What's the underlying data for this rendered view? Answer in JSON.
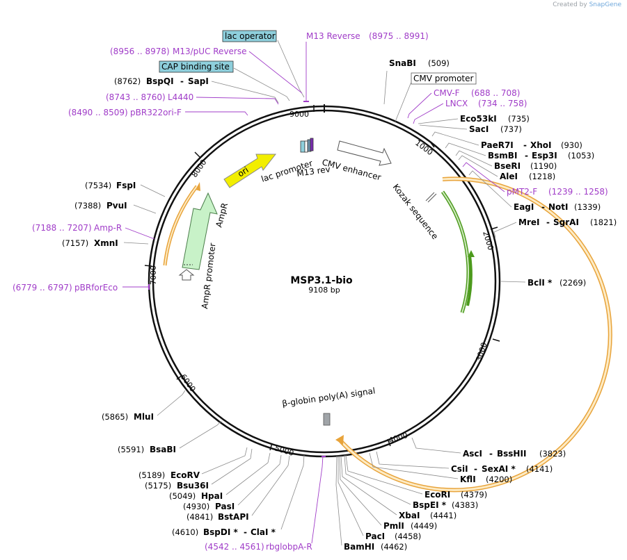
{
  "credit": {
    "prefix": "Created by",
    "brand": "SnapGene"
  },
  "plasmid": {
    "name": "MSP3.1-bio",
    "size": "9108 bp"
  },
  "ruler": [
    "9000",
    "1000",
    "2000",
    "3000",
    "4000",
    "5000",
    "6000",
    "7000",
    "8000"
  ],
  "enzymes": {
    "snabi": {
      "name": "SnaBI",
      "pos": "(509)"
    },
    "eco53ki": {
      "name": "Eco53kI",
      "pos": "(735)"
    },
    "saci": {
      "name": "SacI",
      "pos": "(737)"
    },
    "paer7i": {
      "name": "PaeR7I",
      "sep": "-",
      "name2": "XhoI",
      "pos": "(930)"
    },
    "bsmbi": {
      "name": "BsmBI",
      "sep": "-",
      "name2": "Esp3I",
      "pos": "(1053)"
    },
    "bseri": {
      "name": "BseRI",
      "pos": "(1190)"
    },
    "alei": {
      "name": "AleI",
      "pos": "(1218)"
    },
    "eagi": {
      "name": "EagI",
      "sep": "-",
      "name2": "NotI",
      "pos": "(1339)"
    },
    "mrei": {
      "name": "MreI",
      "sep": "-",
      "name2": "SgrAI",
      "pos": "(1821)"
    },
    "bcli": {
      "name": "BclI *",
      "pos": "(2269)"
    },
    "asci": {
      "name": "AscI",
      "sep": "-",
      "name2": "BssHII",
      "pos": "(3823)"
    },
    "csii": {
      "name": "CsiI",
      "sep": "-",
      "name2": "SexAI *",
      "pos": "(4141)"
    },
    "kfli": {
      "name": "KflI",
      "pos": "(4200)"
    },
    "ecori": {
      "name": "EcoRI",
      "pos": "(4379)"
    },
    "bspei": {
      "name": "BspEI *",
      "pos": "(4383)"
    },
    "xbai": {
      "name": "XbaI",
      "pos": "(4441)"
    },
    "pmli": {
      "name": "PmlI",
      "pos": "(4449)"
    },
    "paci": {
      "name": "PacI",
      "pos": "(4458)"
    },
    "bamhi": {
      "name": "BamHI",
      "pos": "(4462)"
    },
    "bspdi": {
      "pos": "(4610)",
      "name": "BspDI *",
      "sep": "-",
      "name2": "ClaI *"
    },
    "bstapi": {
      "pos": "(4841)",
      "name": "BstAPI"
    },
    "pasi": {
      "pos": "(4930)",
      "name": "PasI"
    },
    "hpai": {
      "pos": "(5049)",
      "name": "HpaI"
    },
    "bsu36i": {
      "pos": "(5175)",
      "name": "Bsu36I"
    },
    "ecorv": {
      "pos": "(5189)",
      "name": "EcoRV"
    },
    "bsabi": {
      "pos": "(5591)",
      "name": "BsaBI"
    },
    "mlui": {
      "pos": "(5865)",
      "name": "MluI"
    },
    "xmni": {
      "pos": "(7157)",
      "name": "XmnI"
    },
    "pvui": {
      "pos": "(7388)",
      "name": "PvuI"
    },
    "fspi": {
      "pos": "(7534)",
      "name": "FspI"
    },
    "bspqi": {
      "pos": "(8762)",
      "name": "BspQI",
      "sep": "-",
      "name2": "SapI"
    }
  },
  "primers": {
    "m13rev": {
      "name": "M13 Reverse",
      "range": "(8975 .. 8991)"
    },
    "m13puc": {
      "range": "(8956 .. 8978)",
      "name": "M13/pUC Reverse"
    },
    "l4440": {
      "range": "(8743 .. 8760)",
      "name": "L4440"
    },
    "pbr322": {
      "range": "(8490 .. 8509)",
      "name": "pBR322ori-F"
    },
    "cmvf": {
      "name": "CMV-F",
      "range": "(688 .. 708)"
    },
    "lncx": {
      "name": "LNCX",
      "range": "(734 .. 758)"
    },
    "pmt2f": {
      "name": "pMT2-F",
      "range": "(1239 .. 1258)"
    },
    "ampr": {
      "range": "(7188 .. 7207)",
      "name": "Amp-R"
    },
    "pbrfor": {
      "range": "(6779 .. 6797)",
      "name": "pBRforEco"
    },
    "rbglob": {
      "range": "(4542 .. 4561)",
      "name": "rbglobpA-R"
    }
  },
  "boxed": {
    "lacop": "lac operator",
    "cap": "CAP binding site",
    "cmvprom": "CMV promoter"
  },
  "features": {
    "ori": "ori",
    "lacprom": "lac promoter",
    "m13rev": "M13 rev",
    "cmvenh": "CMV enhancer",
    "kozak": "Kozak sequence",
    "ampr": "AmpR",
    "amprprom": "AmpR promoter",
    "polya": "β-globin poly(A) signal"
  },
  "colors": {
    "primer": "#a03cc8",
    "orf": "#e8a33a",
    "orf_fill": "#fdebc4",
    "green_orf": "#4c9a1c",
    "ampr_fill": "#c8f2c8",
    "ori_fill": "#f2ee00",
    "boxed_fill": "#8ecfdc"
  }
}
